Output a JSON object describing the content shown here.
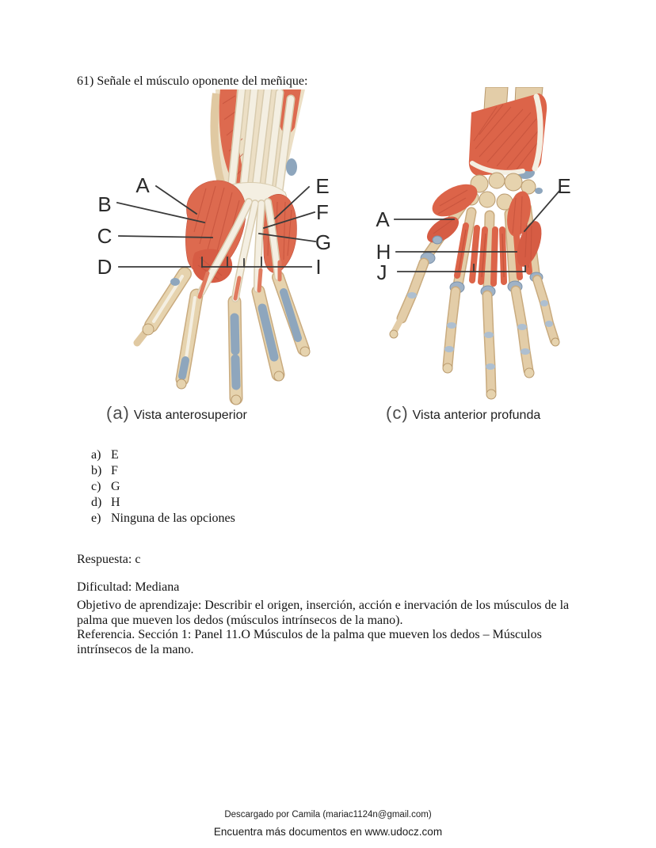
{
  "question": "61) Señale el músculo oponente del meñique:",
  "figures": {
    "left": {
      "caption_letter": "(a)",
      "caption_text": "Vista anterosuperior",
      "labels": {
        "A": "A",
        "B": "B",
        "C": "C",
        "D": "D",
        "E": "E",
        "F": "F",
        "G": "G",
        "I": "I"
      }
    },
    "right": {
      "caption_letter": "(c)",
      "caption_text": "Vista anterior profunda",
      "labels": {
        "A": "A",
        "H": "H",
        "J": "J",
        "E": "E"
      }
    }
  },
  "options": [
    {
      "key": "a)",
      "text": "E"
    },
    {
      "key": "b)",
      "text": "F"
    },
    {
      "key": "c)",
      "text": "G"
    },
    {
      "key": "d)",
      "text": "H"
    },
    {
      "key": "e)",
      "text": "Ninguna de las opciones"
    }
  ],
  "answer": "Respuesta: c",
  "difficulty": "Dificultad: Mediana",
  "objective": "Objetivo de aprendizaje: Describir el origen, inserción, acción e inervación de los músculos de la palma que mueven los dedos (músculos intrínsecos de la mano).",
  "reference": "Referencia. Sección 1: Panel 11.O Músculos de la palma que mueven los dedos – Músculos intrínsecos de la mano.",
  "footer": {
    "line1": "Descargado por Camila (mariac1124n@gmail.com)",
    "line2": "Encuentra más documentos en www.udocz.com"
  },
  "illustration_colors": {
    "muscle": "#dd6a4f",
    "muscle_shade": "#c2503a",
    "bone": "#e6d3ae",
    "bone_outline": "#b99a6e",
    "tendon": "#f4efe2",
    "tendon_sheath": "#8ea6bd",
    "joint": "#aebfd0",
    "leader_line": "#3a3a3a"
  }
}
